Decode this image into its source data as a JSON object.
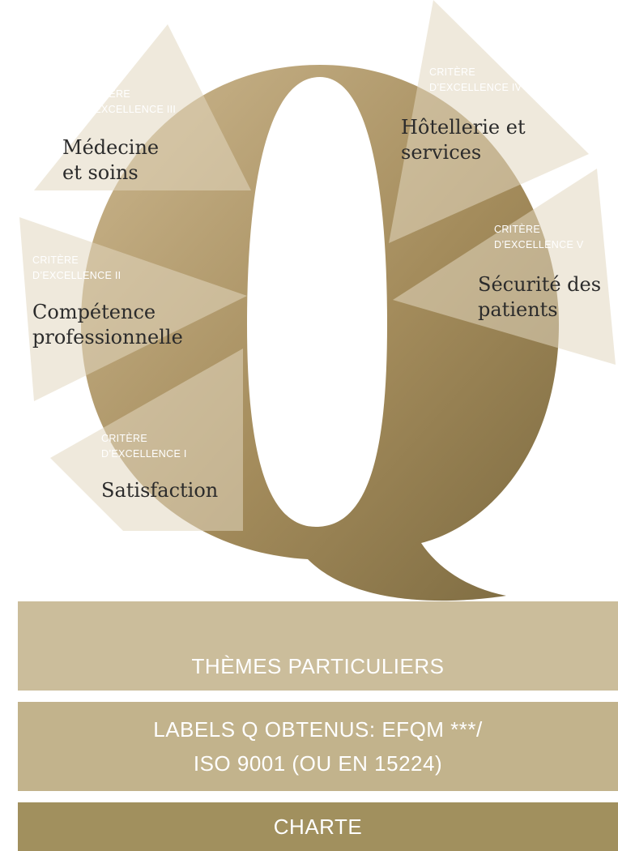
{
  "criteria": [
    {
      "criterion": "CRITÈRE",
      "criterion_line2": "D’EXCELLENCE III",
      "theme_line1": "Médecine",
      "theme_line2": "et soins"
    },
    {
      "criterion": "CRITÈRE",
      "criterion_line2": "D’EXCELLENCE IV",
      "theme_line1": "Hôtellerie et",
      "theme_line2": "services"
    },
    {
      "criterion": "CRITÈRE",
      "criterion_line2": "D’EXCELLENCE II",
      "theme_line1": "Compétence",
      "theme_line2": "professionnelle"
    },
    {
      "criterion": "CRITÈRE",
      "criterion_line2": "D’EXCELLENCE V",
      "theme_line1": "Sécurité des",
      "theme_line2": "patients"
    },
    {
      "criterion": "CRITÈRE",
      "criterion_line2": "D’EXCELLENCE I",
      "theme_line1": "Satisfaction",
      "theme_line2": ""
    }
  ],
  "bars": {
    "themes": "THÈMES PARTICULIERS",
    "labels_line1": "LABELS Q OBTENUS: EFQM ***/",
    "labels_line2": "ISO 9001 (OU EN 15224)",
    "charte": "CHARTE"
  },
  "colors": {
    "q_dark": "#8a7548",
    "q_light": "#c9b48c",
    "fan_segment": "#d9ccb0",
    "bar_themes": "#cbbd9b",
    "bar_labels": "#c2b38c",
    "bar_charte": "#a1905e"
  }
}
